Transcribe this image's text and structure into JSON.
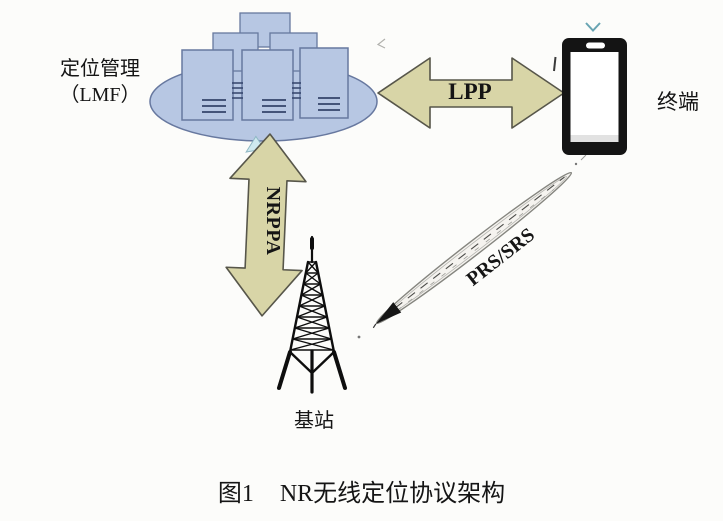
{
  "figure": {
    "caption": {
      "prefix": "图1",
      "title": "NR无线定位协议架构"
    },
    "nodes": {
      "lmf": {
        "label_line1": "定位管理",
        "label_line2": "（LMF）"
      },
      "terminal": {
        "label": "终端"
      },
      "base_station": {
        "label": "基站"
      }
    },
    "links": {
      "lpp": {
        "label": "LPP"
      },
      "nrppa": {
        "label": "NRPPA"
      },
      "prs_srs": {
        "label": "PRS/SRS"
      }
    },
    "colors": {
      "background": "#fcfcfa",
      "node_fill": "#b7c7e3",
      "node_stroke": "#67789f",
      "arrow_fill": "#d8d5a7",
      "arrow_stroke": "#57564a",
      "device_black": "#141414",
      "beam_fill": "#f5f3ef",
      "beam_stroke": "#85857f"
    }
  }
}
